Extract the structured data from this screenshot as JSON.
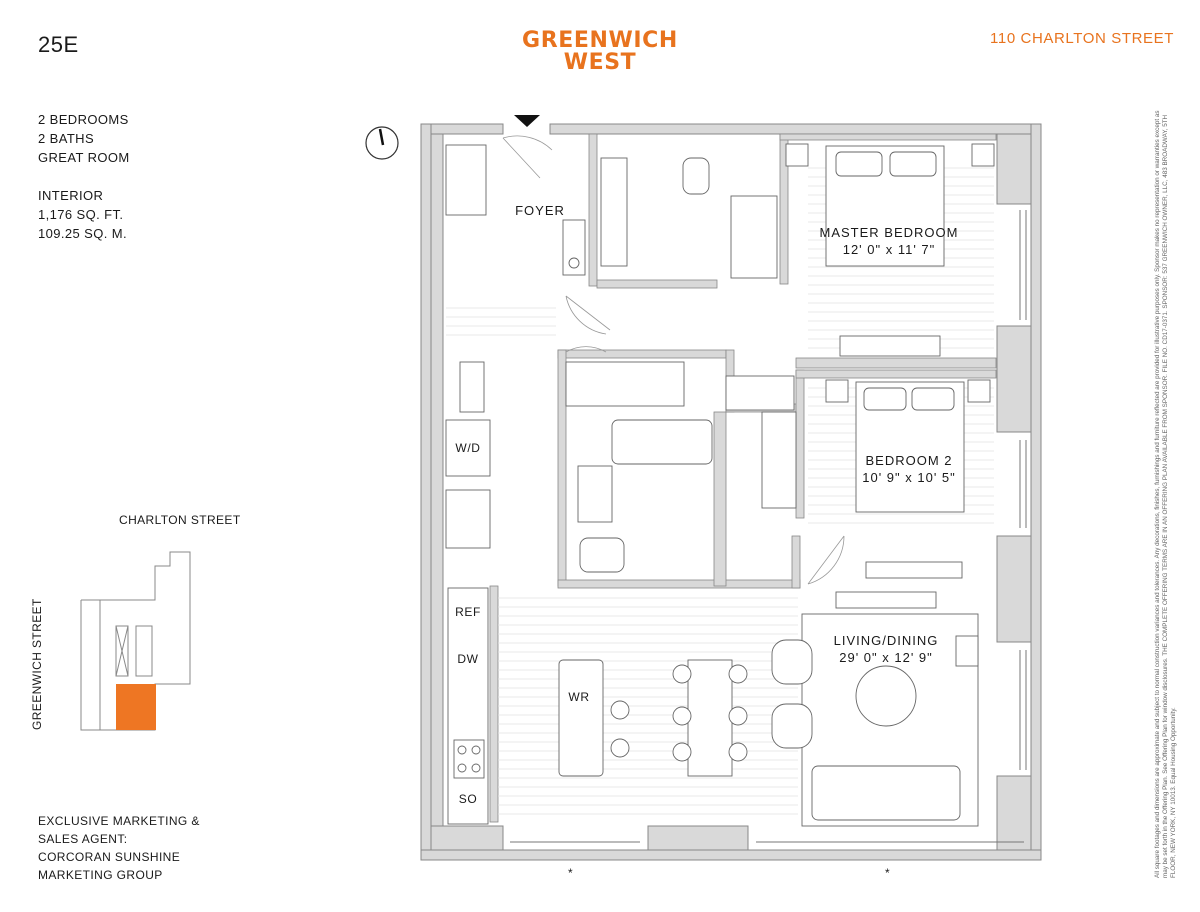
{
  "unit": "25E",
  "brand": {
    "line1": "GREENWICH",
    "line2": "WEST",
    "color": "#e8731e"
  },
  "address": "110 CHARLTON STREET",
  "specs": {
    "bedrooms": "2 BEDROOMS",
    "baths": "2 BATHS",
    "great_room": "GREAT ROOM",
    "interior_label": "INTERIOR",
    "sq_ft": "1,176 SQ. FT.",
    "sq_m": "109.25 SQ. M."
  },
  "keyplan": {
    "street_top": "CHARLTON STREET",
    "street_side": "GREENWICH STREET",
    "highlight_color": "#ee7623"
  },
  "agent": {
    "line1": "EXCLUSIVE MARKETING &",
    "line2": "SALES AGENT:",
    "line3": "CORCORAN SUNSHINE",
    "line4": "MARKETING GROUP"
  },
  "rooms": {
    "foyer": "FOYER",
    "master_name": "MASTER BEDROOM",
    "master_dims": "12' 0\" x 11' 7\"",
    "bedroom2_name": "BEDROOM 2",
    "bedroom2_dims": "10' 9\" x 10' 5\"",
    "living_name": "LIVING/DINING",
    "living_dims": "29' 0\" x 12' 9\""
  },
  "fixtures": {
    "wd": "W/D",
    "ref": "REF",
    "dw": "DW",
    "so": "SO",
    "wr": "WR"
  },
  "disclaimer": "All square footages and dimensions are approximate and subject to normal construction variances and tolerances. Any decorations, finishes, furnishings and furniture reflected are provided for illustrative purposes only. Sponsor makes no representation or warranties except as may be set forth in the Offering Plan. See Offering Plan for window disclosures. THE COMPLETE OFFERING TERMS ARE IN AN OFFERING PLAN AVAILABLE FROM SPONSOR. FILE NO. CD17-0371. SPONSOR: 537 GREENWICH OWNER, LLC, 483 BROADWAY, 5TH FLOOR, NEW YORK, NY 10013. Equal Housing Opportunity.",
  "marks": {
    "star1": "*",
    "star2": "*"
  },
  "icons": {
    "compass": "north-arrow-icon",
    "entry": "entry-triangle-icon"
  }
}
